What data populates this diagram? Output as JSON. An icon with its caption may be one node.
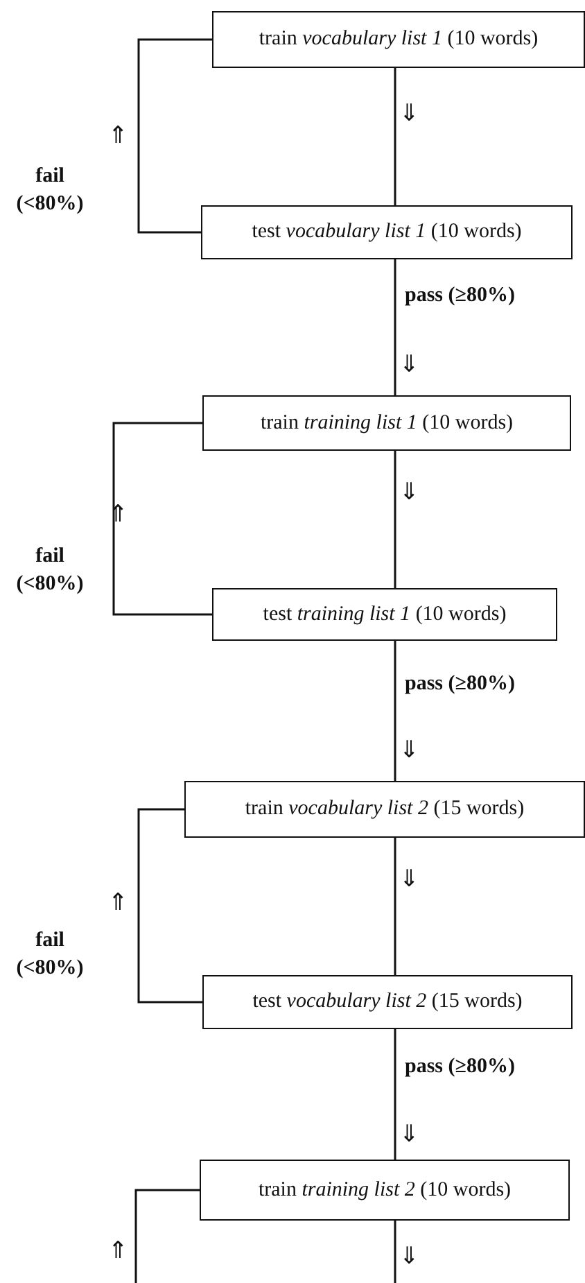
{
  "diagram": {
    "nodes": [
      {
        "text": [
          "train *vocabulary list 1* (10 words)"
        ]
      },
      {
        "text": [
          "test *vocabulary list 1* (10 words)"
        ]
      },
      {
        "text": [
          "train *training list 1* (10 words)"
        ]
      },
      {
        "text": [
          "test *training list 1* (10 words)"
        ]
      },
      {
        "text": [
          "train *vocabulary list 2* (15 words)"
        ]
      },
      {
        "text": [
          "test *vocabulary list 2* (15 words)"
        ]
      },
      {
        "text": [
          "train *training list 2* (10 words)"
        ]
      }
    ],
    "edges": [
      {
        "from": 0,
        "to": 1,
        "arrow": "none"
      },
      {
        "from": 1,
        "to": 0,
        "arrow": "none",
        "label": "fail (<80%)"
      },
      {
        "from": 1,
        "to": 2,
        "arrow": "none",
        "label": "pass (≥80%)"
      },
      {
        "from": 2,
        "to": 3,
        "arrow": "none"
      },
      {
        "from": 3,
        "to": 2,
        "arrow": "none",
        "label": "fail (<80%)"
      },
      {
        "from": 3,
        "to": 4,
        "arrow": "none",
        "label": "pass (≥80%)"
      },
      {
        "from": 4,
        "to": 5,
        "arrow": "none"
      },
      {
        "from": 5,
        "to": 4,
        "arrow": "none",
        "label": "fail (<80%)"
      },
      {
        "from": 5,
        "to": 6,
        "arrow": "none",
        "label": "pass (≥80%)"
      },
      {
        "from": 6,
        "to": null,
        "arrow": "none"
      },
      {
        "from": null,
        "to": 6,
        "arrow": "none"
      }
    ],
    "labels": [
      "⇑",
      "⇓",
      "⇓",
      "⇑",
      "⇓",
      "⇓",
      "⇑",
      "⇓",
      "⇓",
      "⇑",
      "⇓"
    ]
  }
}
